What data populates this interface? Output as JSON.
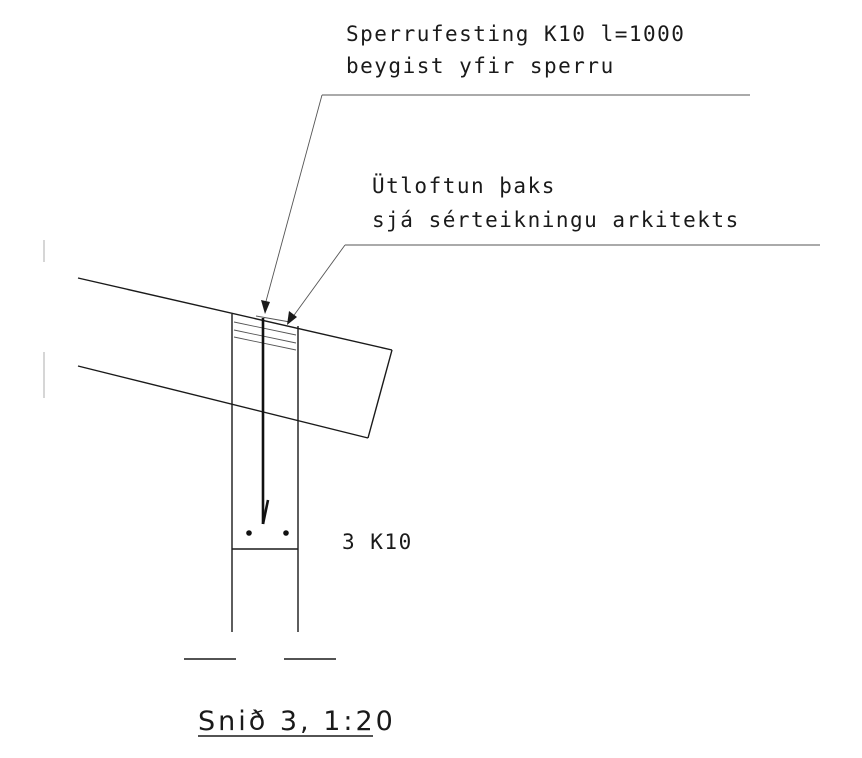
{
  "labels": {
    "note1_line1": "Sperrufesting K10 l=1000",
    "note1_line2": "beygist yfir sperru",
    "note2_line1": "Ütloftun þaks",
    "note2_line2": "sjá sérteikningu arkitekts",
    "rebar": "3 K10",
    "title": "Snið 3, 1:20"
  },
  "colors": {
    "ink": "#1a1a1a",
    "background": "#ffffff"
  }
}
